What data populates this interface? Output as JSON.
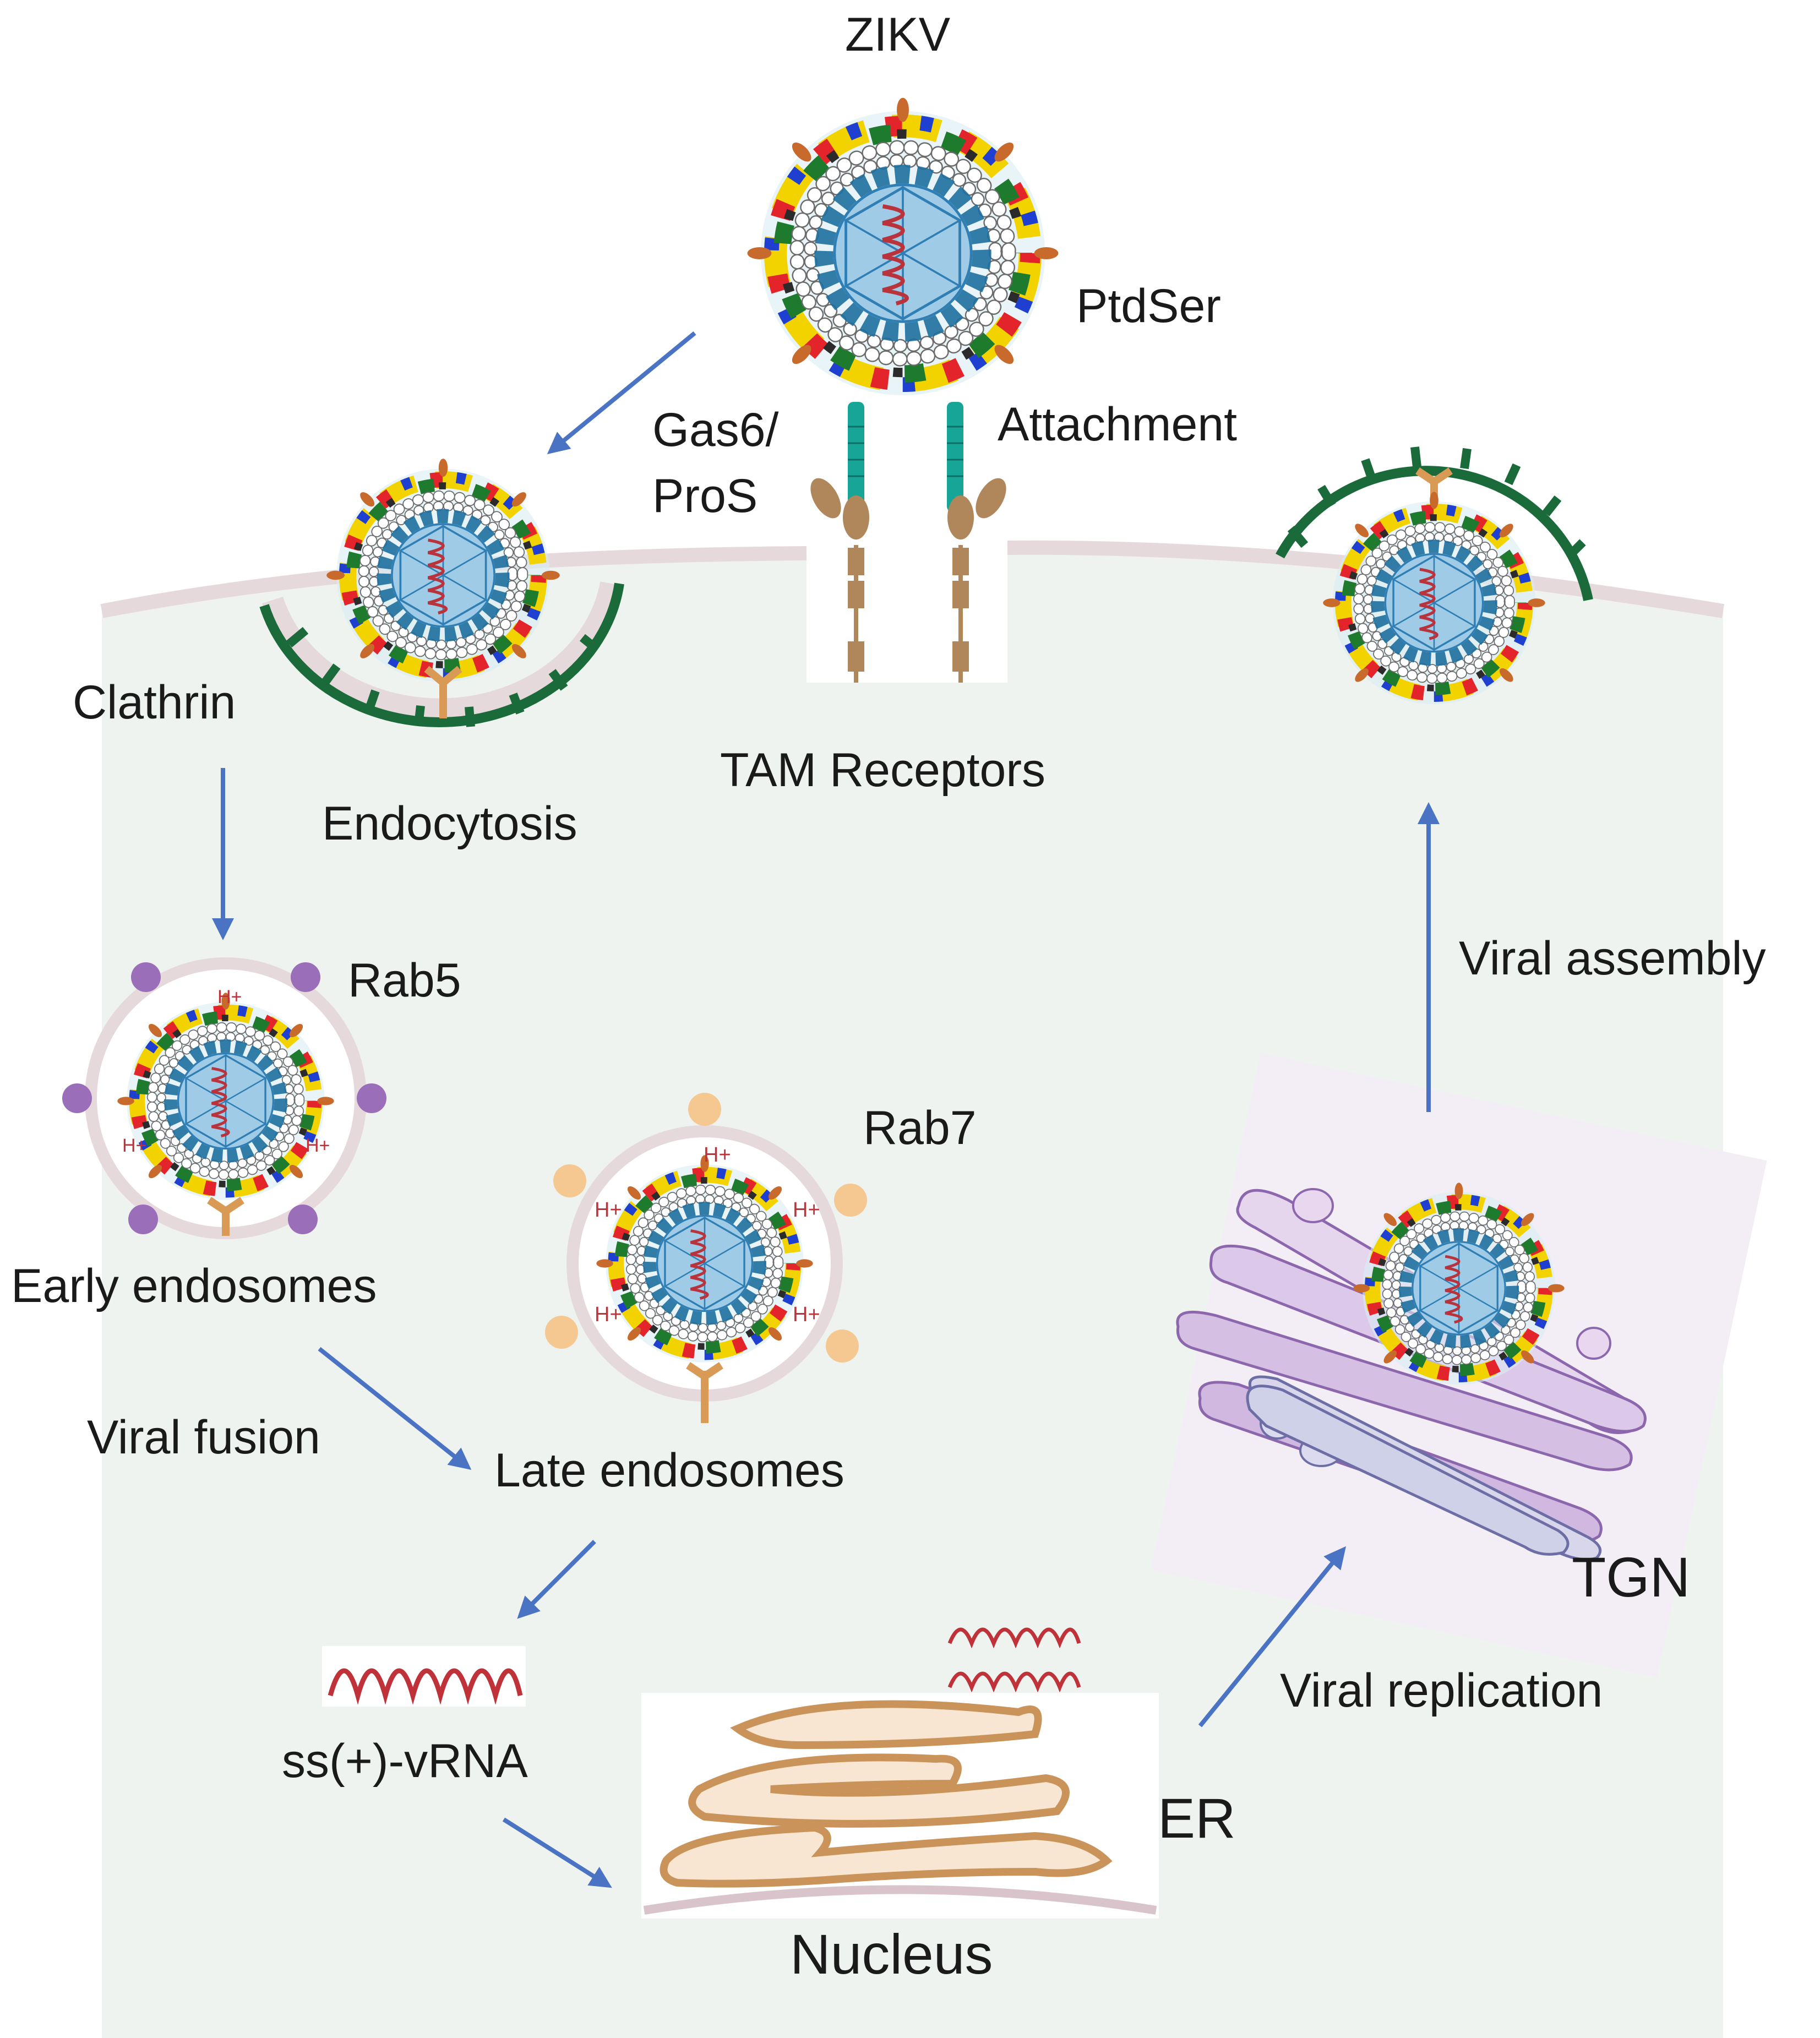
{
  "labels": {
    "zikv": "ZIKV",
    "ptdser": "PtdSer",
    "gas6": "Gas6/",
    "pros": "ProS",
    "attachment": "Attachment",
    "clathrin": "Clathrin",
    "endocytosis": "Endocytosis",
    "tam_receptors": "TAM Receptors",
    "rab5": "Rab5",
    "rab7": "Rab7",
    "early_endosomes": "Early endosomes",
    "viral_fusion": "Viral fusion",
    "late_endosomes": "Late endosomes",
    "viral_assembly": "Viral assembly",
    "ss_vrna": "ss(+)-vRNA",
    "nucleus": "Nucleus",
    "er": "ER",
    "tgn": "TGN",
    "viral_replication": "Viral replication",
    "proton": "H+"
  },
  "colors": {
    "cytoplasm": "#eef3ef",
    "membrane": "#e6d9dc",
    "clathrin": "#1b6b3a",
    "arrow": "#4a73c4",
    "capsid": "#9fcbe6",
    "capsid_edge": "#2f7fb5",
    "rna": "#b8333b",
    "receptor": "#b0875a",
    "ligand": "#17a597",
    "rab5": "#9a6eb8",
    "rab7": "#f5c892",
    "er": "#e2b47d",
    "tgn": "#c9acd8"
  }
}
